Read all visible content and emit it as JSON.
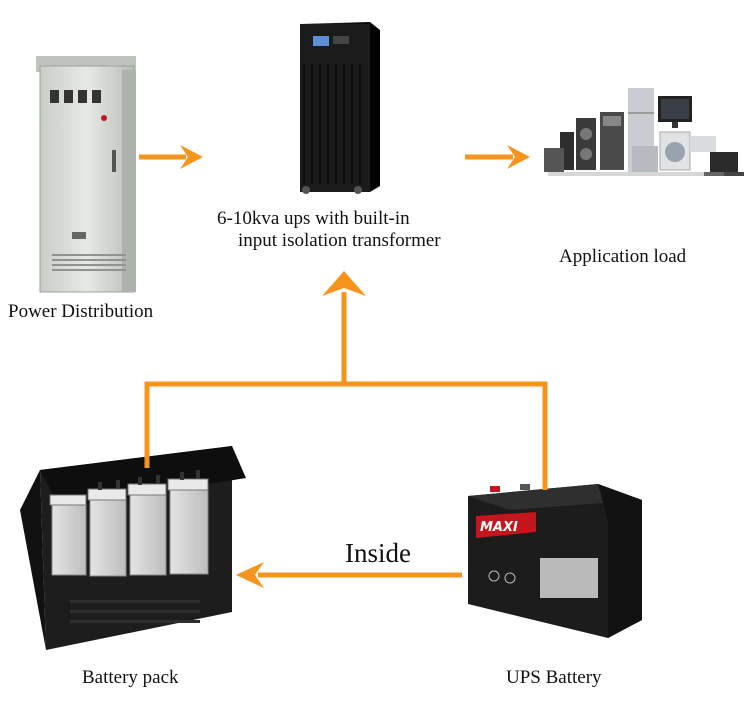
{
  "nodes": {
    "ups_unit": {
      "label_line1": "6-10kva ups with built-in",
      "label_line2": "input isolation transformer",
      "icon": "ups-tower-icon"
    },
    "power_distribution": {
      "label": "Power Distribution",
      "icon": "distribution-cabinet-icon"
    },
    "application_load": {
      "label": "Application load",
      "icon": "appliances-icon"
    },
    "battery_pack": {
      "label": "Battery pack",
      "icon": "battery-cabinet-icon"
    },
    "ups_battery": {
      "label": "UPS Battery",
      "icon": "battery-icon",
      "brand": "MAXI"
    }
  },
  "edges": [
    {
      "from": "power_distribution",
      "to": "ups_unit"
    },
    {
      "from": "ups_unit",
      "to": "application_load"
    },
    {
      "from": "battery_pack",
      "to": "ups_unit"
    },
    {
      "from": "ups_battery",
      "to": "ups_unit"
    },
    {
      "from": "ups_battery",
      "to": "battery_pack",
      "label": "Inside"
    }
  ],
  "colors": {
    "arrow": "#f7941d",
    "cabinet": "#d8dcd6",
    "ups": "#1a1a1a",
    "battery_case": "#1c1c1c",
    "brand": "#c4161c"
  }
}
